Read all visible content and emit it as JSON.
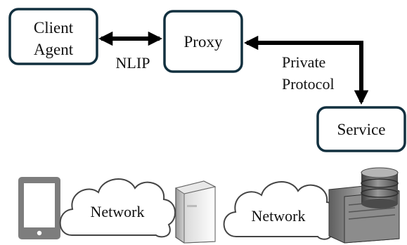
{
  "colors": {
    "node_border": "#12303f",
    "arrow": "#000000",
    "device_gray": "#7d7d7d",
    "server_silver": "#c8c8c8",
    "database": "#6e6e6e"
  },
  "nodes": {
    "client": {
      "line1": "Client",
      "line2": "Agent"
    },
    "proxy": {
      "label": "Proxy"
    },
    "service": {
      "label": "Service"
    }
  },
  "edges": {
    "client_proxy": {
      "label": "NLIP",
      "direction": "bidirectional"
    },
    "proxy_service": {
      "line1": "Private",
      "line2": "Protocol",
      "direction": "bidirectional"
    }
  },
  "bottom": {
    "cloud_left": {
      "label": "Network"
    },
    "cloud_right": {
      "label": "Network"
    },
    "icons": [
      "smartphone-icon",
      "proxy-server-icon",
      "database-server-icon"
    ]
  }
}
